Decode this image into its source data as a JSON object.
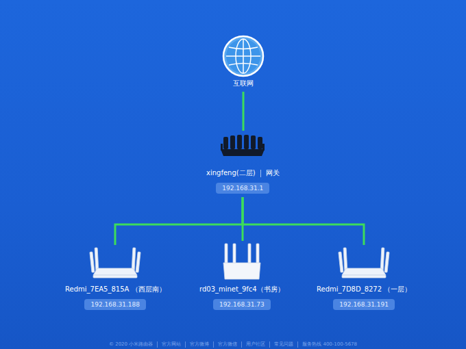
{
  "diagram": {
    "nodes": [
      {
        "text": [
          "互联网"
        ]
      },
      {
        "text": [
          "xingfeng(二层)",
          "网关",
          "192.168.31.1"
        ]
      },
      {
        "text": [
          "Redmi_7EA5_815A （西层南）",
          "192.168.31.188"
        ]
      },
      {
        "text": [
          "rd03_minet_9fc4（书房）",
          "192.168.31.73"
        ]
      },
      {
        "text": [
          "Redmi_7D8D_8272 （一层）",
          "192.168.31.191"
        ]
      }
    ],
    "edges": [
      {
        "from": 0,
        "to": 1,
        "arrow": "none"
      },
      {
        "from": 1,
        "to": 2,
        "arrow": "none"
      },
      {
        "from": 1,
        "to": 3,
        "arrow": "none"
      },
      {
        "from": 1,
        "to": 4,
        "arrow": "none"
      }
    ],
    "labels": [
      "© 2020 小米路由器",
      "官方网站",
      "官方微博",
      "官方微信",
      "用户社区",
      "常见问题",
      "服务热线 400-100-5678"
    ]
  }
}
